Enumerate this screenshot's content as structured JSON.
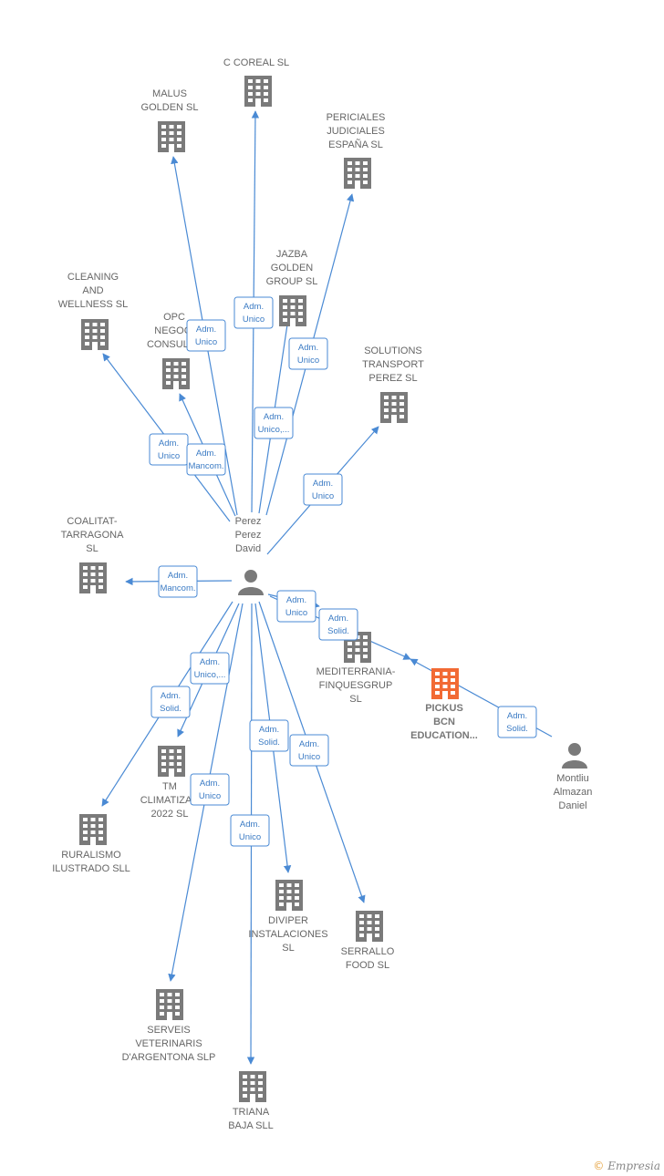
{
  "colors": {
    "company": "#7a7a7a",
    "company_highlight": "#f26a34",
    "person": "#7a7a7a",
    "edge": "#4a8ad4",
    "role_text": "#3b7bc4"
  },
  "icons": {
    "company": "building-icon",
    "person": "person-icon"
  },
  "nodes": [
    {
      "id": "perez",
      "kind": "person",
      "label": [
        "Perez",
        "Perez",
        "David"
      ]
    },
    {
      "id": "montliu",
      "kind": "person",
      "label": [
        "Montliu",
        "Almazan",
        "Daniel"
      ]
    },
    {
      "id": "coreal",
      "kind": "company",
      "label": [
        "C COREAL  SL"
      ]
    },
    {
      "id": "malus",
      "kind": "company",
      "label": [
        "MALUS",
        "GOLDEN SL"
      ]
    },
    {
      "id": "periciales",
      "kind": "company",
      "label": [
        "PERICIALES",
        "JUDICIALES",
        "ESPAÑA SL"
      ]
    },
    {
      "id": "jazba",
      "kind": "company",
      "label": [
        "JAZBA",
        "GOLDEN",
        "GROUP  SL"
      ]
    },
    {
      "id": "cleaning",
      "kind": "company",
      "label": [
        "CLEANING",
        "AND",
        "WELLNESS  SL"
      ]
    },
    {
      "id": "opc",
      "kind": "company",
      "label": [
        "OPC",
        "NEGOCI",
        "CONSULTO"
      ]
    },
    {
      "id": "solutions",
      "kind": "company",
      "label": [
        "SOLUTIONS",
        "TRANSPORT",
        "PEREZ  SL"
      ]
    },
    {
      "id": "coalitat",
      "kind": "company",
      "label": [
        "COALITAT-",
        "TARRAGONA",
        "SL"
      ]
    },
    {
      "id": "mediterrania",
      "kind": "company",
      "label": [
        "MEDITERRANIA-",
        "FINQUESGRUP",
        "SL"
      ]
    },
    {
      "id": "pickus",
      "kind": "company",
      "highlight": true,
      "label": [
        "PICKUS",
        "BCN",
        "EDUCATION..."
      ]
    },
    {
      "id": "tm",
      "kind": "company",
      "label": [
        "TM",
        "CLIMATIZAC",
        "2022  SL"
      ]
    },
    {
      "id": "ruralismo",
      "kind": "company",
      "label": [
        "RURALISMO",
        "ILUSTRADO  SLL"
      ]
    },
    {
      "id": "diviper",
      "kind": "company",
      "label": [
        "DIVIPER",
        "INSTALACIONES",
        "SL"
      ]
    },
    {
      "id": "serrallo",
      "kind": "company",
      "label": [
        "SERRALLO",
        "FOOD  SL"
      ]
    },
    {
      "id": "serveis",
      "kind": "company",
      "label": [
        "SERVEIS",
        "VETERINARIS",
        "D'ARGENTONA SLP"
      ]
    },
    {
      "id": "triana",
      "kind": "company",
      "label": [
        "TRIANA",
        "BAJA  SLL"
      ]
    }
  ],
  "edges": [
    {
      "from": "perez",
      "to": "coreal",
      "role": [
        "Adm.",
        "Unico"
      ]
    },
    {
      "from": "perez",
      "to": "malus",
      "role": [
        "Adm.",
        "Unico"
      ]
    },
    {
      "from": "perez",
      "to": "periciales",
      "role": [
        "Adm.",
        "Unico"
      ]
    },
    {
      "from": "perez",
      "to": "jazba",
      "role": [
        "Adm.",
        "Unico,..."
      ]
    },
    {
      "from": "perez",
      "to": "cleaning",
      "role": [
        "Adm.",
        "Unico"
      ]
    },
    {
      "from": "perez",
      "to": "opc",
      "role": [
        "Adm.",
        "Mancom."
      ]
    },
    {
      "from": "perez",
      "to": "solutions",
      "role": [
        "Adm.",
        "Unico"
      ]
    },
    {
      "from": "perez",
      "to": "coalitat",
      "role": [
        "Adm.",
        "Mancom."
      ]
    },
    {
      "from": "perez",
      "to": "mediterrania",
      "role": [
        "Adm.",
        "Unico"
      ]
    },
    {
      "from": "perez",
      "to": "pickus",
      "role": [
        "Adm.",
        "Solid."
      ]
    },
    {
      "from": "montliu",
      "to": "pickus",
      "role": [
        "Adm.",
        "Solid."
      ]
    },
    {
      "from": "perez",
      "to": "tm",
      "role": [
        "Adm.",
        "Unico,..."
      ]
    },
    {
      "from": "perez",
      "to": "ruralismo",
      "role": [
        "Adm.",
        "Solid."
      ]
    },
    {
      "from": "perez",
      "to": "diviper",
      "role": [
        "Adm.",
        "Solid."
      ]
    },
    {
      "from": "perez",
      "to": "serrallo",
      "role": [
        "Adm.",
        "Unico"
      ]
    },
    {
      "from": "perez",
      "to": "serveis",
      "role": [
        "Adm.",
        "Unico"
      ]
    },
    {
      "from": "perez",
      "to": "triana",
      "role": [
        "Adm.",
        "Unico"
      ]
    }
  ],
  "brand": {
    "symbol": "©",
    "name": "Empresia"
  }
}
